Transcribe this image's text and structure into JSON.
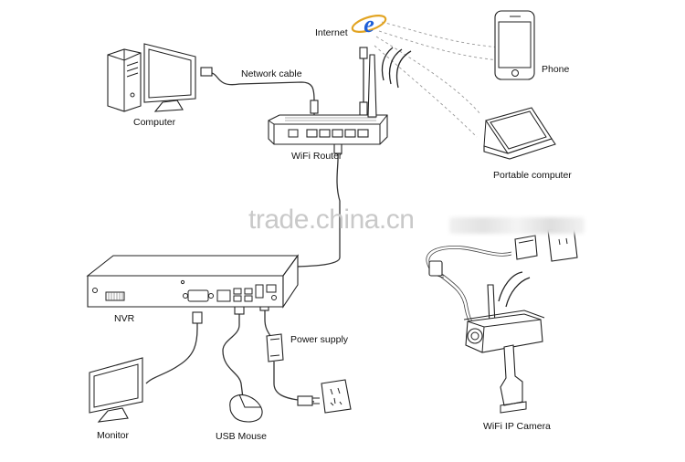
{
  "labels": {
    "internet": "Internet",
    "network_cable": "Network cable",
    "computer": "Computer",
    "wifi_router": "WiFi Router",
    "phone": "Phone",
    "portable_computer": "Portable computer",
    "nvr": "NVR",
    "power_supply": "Power supply",
    "monitor": "Monitor",
    "usb_mouse": "USB Mouse",
    "wifi_ip_camera": "WiFi IP Camera"
  },
  "watermark": "trade.china.cn",
  "icons": {
    "internet": "internet-explorer-icon"
  },
  "colors": {
    "internet_icon": "#1e5fd8",
    "line_art": "#222222",
    "watermark": "#c9c9c9"
  }
}
